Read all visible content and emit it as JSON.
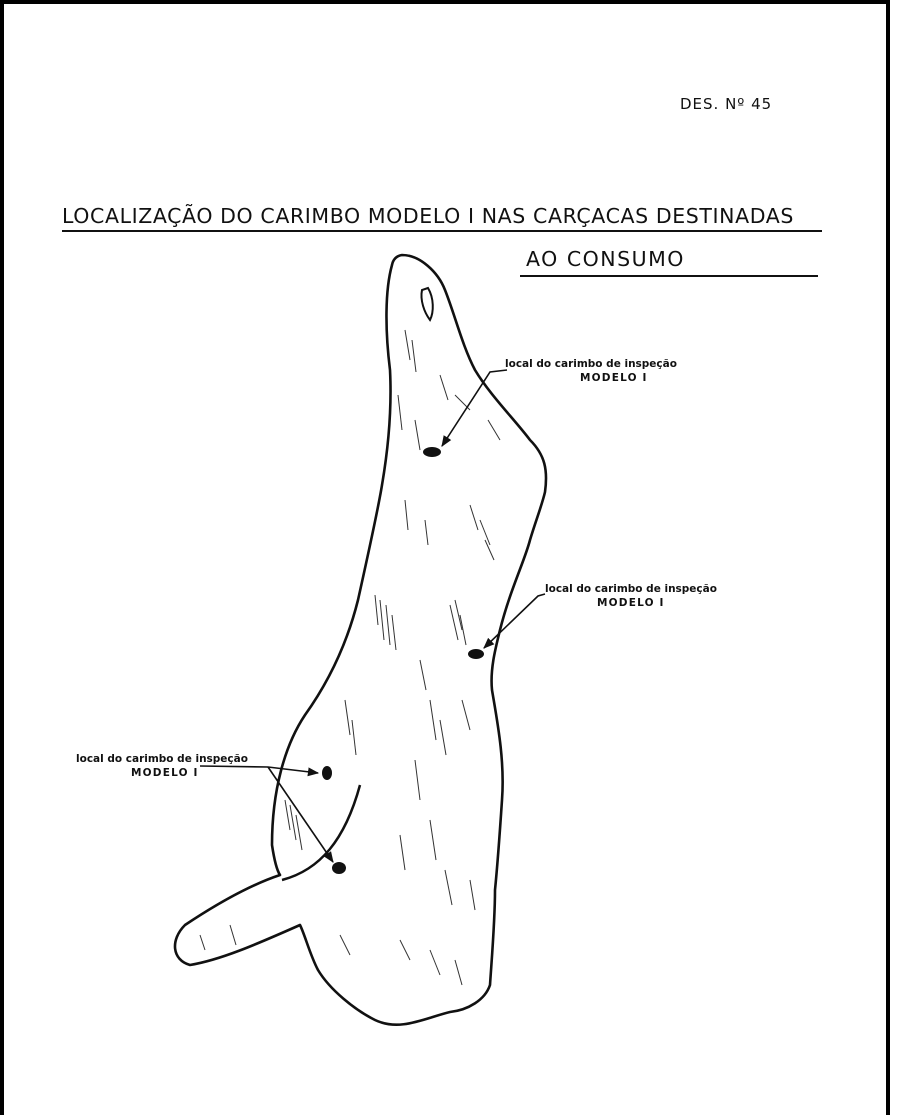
{
  "header": {
    "drawing_number": "DES. Nº 45"
  },
  "title": {
    "line1": "LOCALIZAÇÃO DO CARIMBO MODELO I NAS CARÇACAS DESTINADAS",
    "line2": "AO CONSUMO"
  },
  "callouts": [
    {
      "label": "local do carimbo de inspeção",
      "model": "MODELO I"
    },
    {
      "label": "local do carimbo de inspeção",
      "model": "MODELO I"
    },
    {
      "label": "local do carimbo de inspeção",
      "model": "MODELO I"
    }
  ]
}
